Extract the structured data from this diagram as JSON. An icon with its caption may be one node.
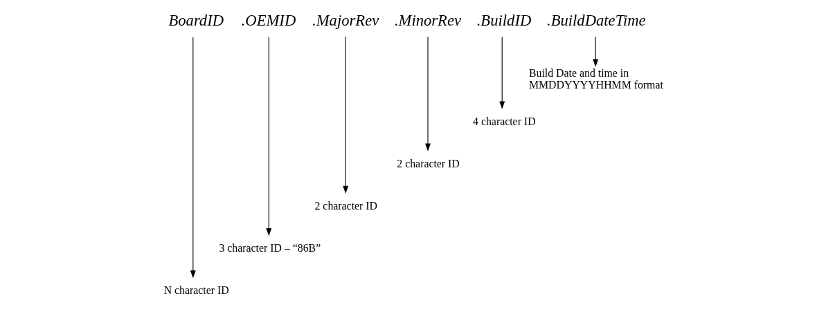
{
  "diagram": {
    "nodes": [
      {
        "text": [
          "BoardID"
        ]
      },
      {
        "text": [
          ".OEMID"
        ]
      },
      {
        "text": [
          ".MajorRev"
        ]
      },
      {
        "text": [
          ".MinorRev"
        ]
      },
      {
        "text": [
          ".BuildID"
        ]
      },
      {
        "text": [
          ".BuildDateTime"
        ]
      },
      {
        "text": [
          "N character ID"
        ]
      },
      {
        "text": [
          "3 character ID – “86B”"
        ]
      },
      {
        "text": [
          "2 character ID"
        ]
      },
      {
        "text": [
          "2 character ID"
        ]
      },
      {
        "text": [
          "4 character ID"
        ]
      },
      {
        "text": [
          "Build Date and time in MMDDYYYYHHMM format"
        ]
      }
    ],
    "edges": [
      {
        "from": 0,
        "to": 6,
        "arrow": "to"
      },
      {
        "from": 1,
        "to": 7,
        "arrow": "to"
      },
      {
        "from": 2,
        "to": 8,
        "arrow": "to"
      },
      {
        "from": 3,
        "to": 9,
        "arrow": "to"
      },
      {
        "from": 4,
        "to": 10,
        "arrow": "to"
      },
      {
        "from": 5,
        "to": 11,
        "arrow": "to"
      }
    ]
  }
}
